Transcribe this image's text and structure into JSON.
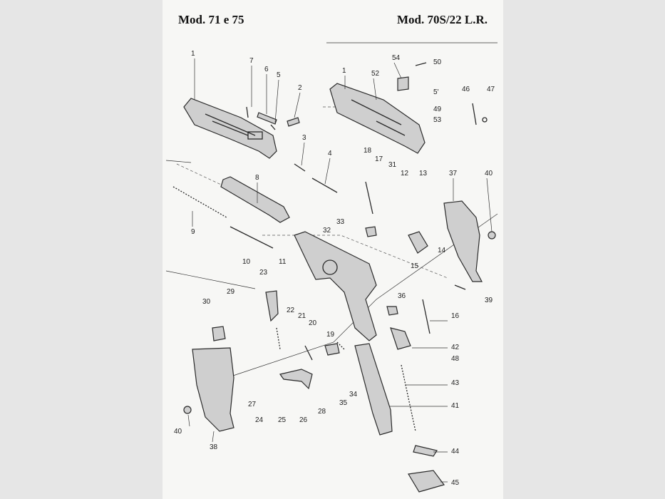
{
  "header": {
    "left_title": "Mod. 71 e 75",
    "right_title": "Mod. 70S/22 L.R."
  },
  "labels": [
    {
      "id": "p1a",
      "text": "1"
    },
    {
      "id": "p7",
      "text": "7"
    },
    {
      "id": "p6",
      "text": "6"
    },
    {
      "id": "p5",
      "text": "5"
    },
    {
      "id": "p2",
      "text": "2"
    },
    {
      "id": "p3",
      "text": "3"
    },
    {
      "id": "p4",
      "text": "4"
    },
    {
      "id": "p8",
      "text": "8"
    },
    {
      "id": "p9",
      "text": "9"
    },
    {
      "id": "p10",
      "text": "10"
    },
    {
      "id": "p11",
      "text": "11"
    },
    {
      "id": "p1b",
      "text": "1"
    },
    {
      "id": "p52",
      "text": "52"
    },
    {
      "id": "p54",
      "text": "54"
    },
    {
      "id": "p50a",
      "text": "50"
    },
    {
      "id": "p51",
      "text": "5'"
    },
    {
      "id": "p49",
      "text": "49"
    },
    {
      "id": "p53",
      "text": "53"
    },
    {
      "id": "p46",
      "text": "46"
    },
    {
      "id": "p47",
      "text": "47"
    },
    {
      "id": "p18",
      "text": "18"
    },
    {
      "id": "p17",
      "text": "17"
    },
    {
      "id": "p31",
      "text": "31"
    },
    {
      "id": "p12",
      "text": "12"
    },
    {
      "id": "p13",
      "text": "13"
    },
    {
      "id": "p37",
      "text": "37"
    },
    {
      "id": "p40a",
      "text": "40"
    },
    {
      "id": "p33",
      "text": "33"
    },
    {
      "id": "p32",
      "text": "32"
    },
    {
      "id": "p14",
      "text": "14"
    },
    {
      "id": "p15",
      "text": "15"
    },
    {
      "id": "p39",
      "text": "39"
    },
    {
      "id": "p23",
      "text": "23"
    },
    {
      "id": "p29",
      "text": "29"
    },
    {
      "id": "p30",
      "text": "30"
    },
    {
      "id": "p22",
      "text": "22"
    },
    {
      "id": "p21",
      "text": "21"
    },
    {
      "id": "p20",
      "text": "20"
    },
    {
      "id": "p19",
      "text": "19"
    },
    {
      "id": "p36",
      "text": "36"
    },
    {
      "id": "p16",
      "text": "16"
    },
    {
      "id": "p42",
      "text": "42"
    },
    {
      "id": "p48",
      "text": "48"
    },
    {
      "id": "p43",
      "text": "43"
    },
    {
      "id": "p41",
      "text": "41"
    },
    {
      "id": "p27",
      "text": "27"
    },
    {
      "id": "p24",
      "text": "24"
    },
    {
      "id": "p25",
      "text": "25"
    },
    {
      "id": "p26",
      "text": "26"
    },
    {
      "id": "p28",
      "text": "28"
    },
    {
      "id": "p35",
      "text": "35"
    },
    {
      "id": "p34",
      "text": "34"
    },
    {
      "id": "p40b",
      "text": "40"
    },
    {
      "id": "p38",
      "text": "38"
    },
    {
      "id": "p44",
      "text": "44"
    },
    {
      "id": "p45",
      "text": "45"
    }
  ]
}
